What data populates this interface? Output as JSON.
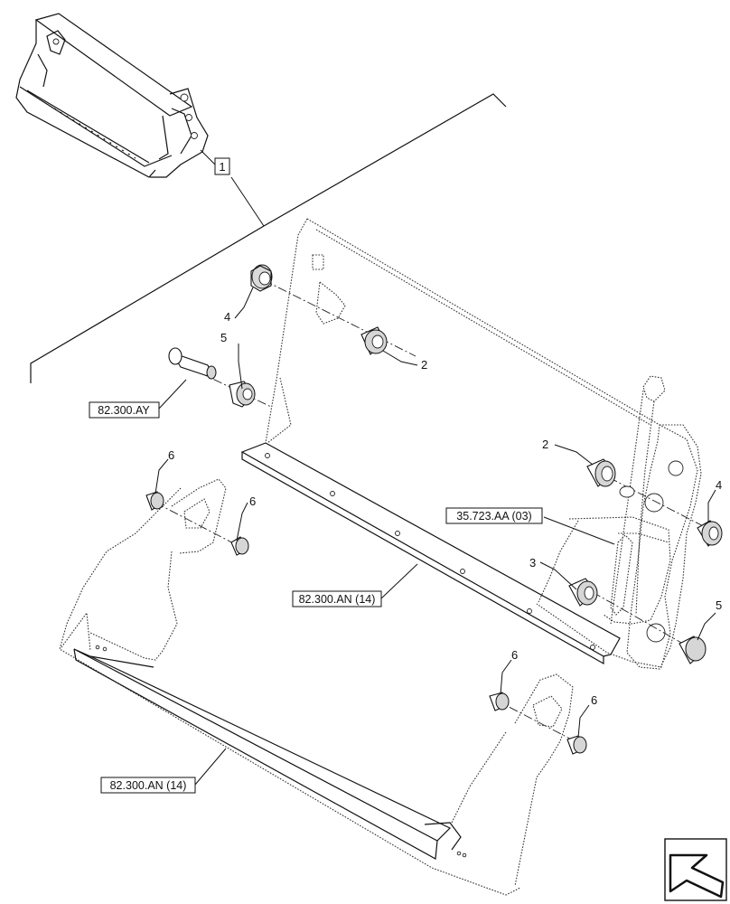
{
  "callouts": {
    "item_1": "1",
    "item_2a": "2",
    "item_2b": "2",
    "item_3": "3",
    "item_4a": "4",
    "item_4b": "4",
    "item_5a": "5",
    "item_5b": "5",
    "item_6a": "6",
    "item_6b": "6",
    "item_6c": "6",
    "item_6d": "6"
  },
  "references": {
    "ref_ay": "82.300.AY",
    "ref_aa": "35.723.AA (03)",
    "ref_an_upper": "82.300.AN (14)",
    "ref_an_lower": "82.300.AN (14)"
  },
  "navigation": {
    "icon": "arrow-icon"
  }
}
